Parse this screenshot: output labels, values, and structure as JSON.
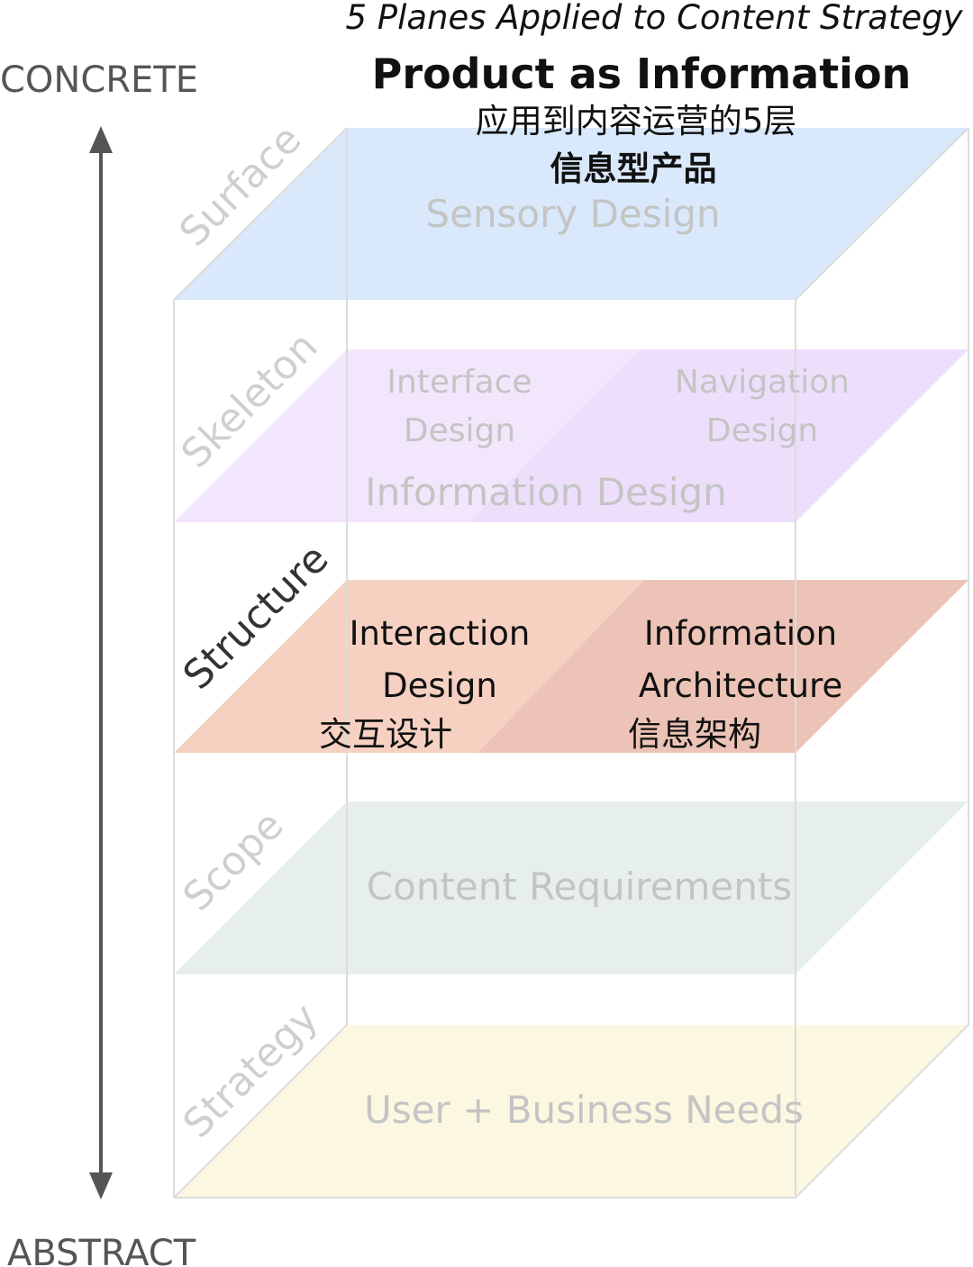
{
  "header": {
    "subtitle_en": "5 Planes Applied to Content Strategy",
    "title_en": "Product as Information",
    "subtitle_zh": "应用到内容运营的5层",
    "title_zh": "信息型产品"
  },
  "axis": {
    "top_label": "CONCRETE",
    "bottom_label": "ABSTRACT"
  },
  "planes": {
    "surface": {
      "side_label": "Surface",
      "main": "Sensory Design"
    },
    "skeleton": {
      "side_label": "Skeleton",
      "left_line1": "Interface",
      "left_line2": "Design",
      "right_line1": "Navigation",
      "right_line2": "Design",
      "main": "Information Design"
    },
    "structure": {
      "side_label": "Structure",
      "left_line1": "Interaction",
      "left_line2": "Design",
      "left_zh": "交互设计",
      "right_line1": "Information",
      "right_line2": "Architecture",
      "right_zh": "信息架构"
    },
    "scope": {
      "side_label": "Scope",
      "main": "Content Requirements"
    },
    "strategy": {
      "side_label": "Strategy",
      "main": "User + Business Needs"
    }
  },
  "colors": {
    "surface": "#d9e8fb",
    "skeleton": "#f2e6fc",
    "structure_left": "#f6d1c2",
    "structure_right": "#ecc3b6",
    "scope": "#e7efec",
    "strategy": "#fbf7e1",
    "faded_text": "#c4c4c4",
    "dark_text": "#111111",
    "axis": "#555555"
  }
}
